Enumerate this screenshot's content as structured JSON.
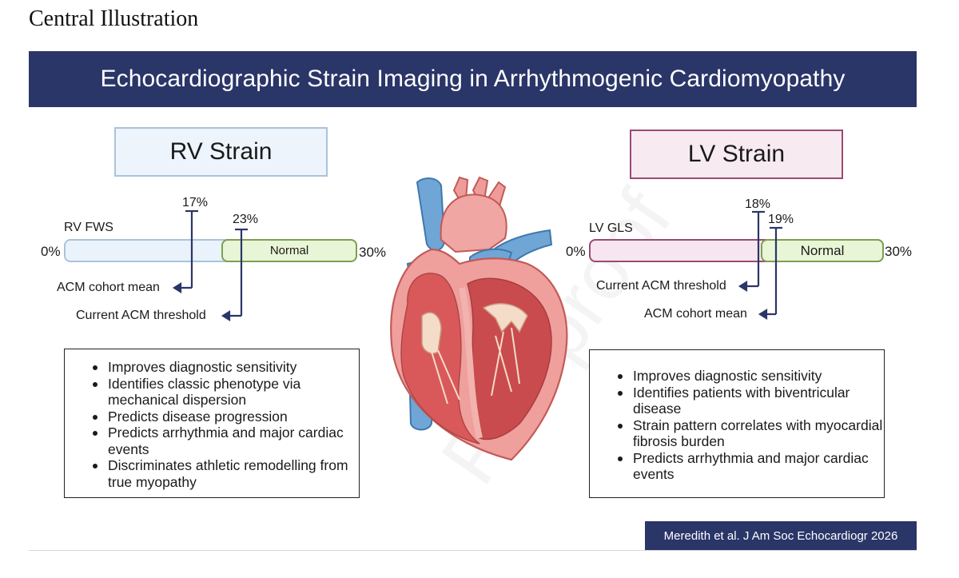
{
  "page_heading": "Central Illustration",
  "banner_title": "Echocardiographic Strain Imaging in Arrhythmogenic Cardiomyopathy",
  "rv": {
    "title": "RV Strain",
    "measure_label": "RV FWS",
    "scale_min": "0%",
    "scale_max": "30%",
    "normal_label": "Normal",
    "marker_a_value": "17%",
    "marker_a_label": "ACM cohort mean",
    "marker_b_value": "23%",
    "marker_b_label": "Current ACM threshold",
    "bullets": [
      "Improves diagnostic sensitivity",
      "Identifies classic phenotype via mechanical dispersion",
      "Predicts disease progression",
      "Predicts arrhythmia and major cardiac events",
      "Discriminates athletic remodelling from true myopathy"
    ]
  },
  "lv": {
    "title": "LV Strain",
    "measure_label": "LV GLS",
    "scale_min": "0%",
    "scale_max": "30%",
    "normal_label": "Normal",
    "marker_a_value": "18%",
    "marker_a_label": "Current ACM threshold",
    "marker_b_value": "19%",
    "marker_b_label": "ACM cohort mean",
    "bullets": [
      "Improves diagnostic sensitivity",
      "Identifies patients with biventricular disease",
      "Strain pattern correlates with myocardial fibrosis burden",
      "Predicts arrhythmia and major cardiac events"
    ]
  },
  "heart_icon": "anatomical-heart-cross-section",
  "citation": "Meredith et al. J Am Soc Echocardiogr 2026",
  "watermark": "Pre-proof",
  "colors": {
    "banner": "#2a3568",
    "rv_accent": "#a9c3dc",
    "lv_accent": "#9b4a73",
    "normal_fill": "#e8f5d6",
    "normal_border": "#7ea050"
  }
}
